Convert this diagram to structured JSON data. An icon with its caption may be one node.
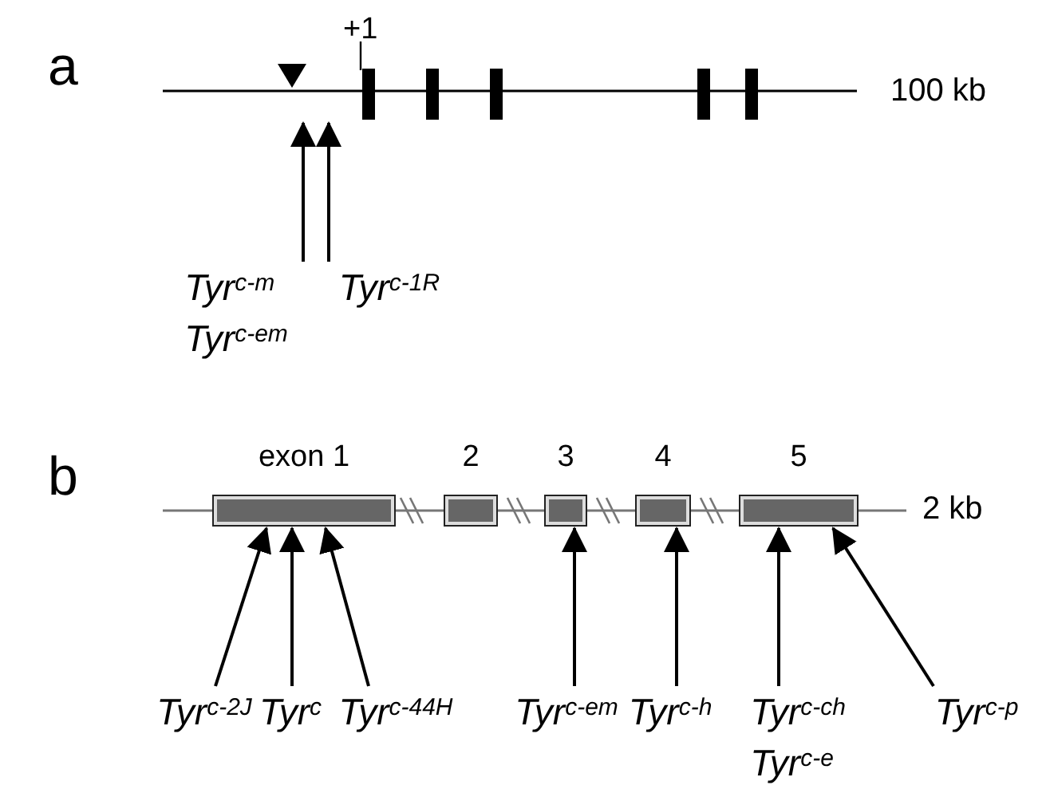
{
  "diagram": {
    "nodes": [
      {
        "text": [
          "Tyr$^{c-m}$",
          "Tyr$^{c-em}$"
        ]
      },
      {
        "text": [
          "Tyr$^{c-1R}$"
        ]
      },
      {
        "text": [
          "exon 1"
        ]
      },
      {
        "text": [
          "2"
        ]
      },
      {
        "text": [
          "3"
        ]
      },
      {
        "text": [
          "4"
        ]
      },
      {
        "text": [
          "5"
        ]
      },
      {
        "text": [
          "Tyr$^{c-2J}$"
        ]
      },
      {
        "text": [
          "Tyr$^{c}$"
        ]
      },
      {
        "text": [
          "Tyr$^{c-44H}$"
        ]
      },
      {
        "text": [
          "Tyr$^{c-em}$"
        ]
      },
      {
        "text": [
          "Tyr$^{c-h}$"
        ]
      },
      {
        "text": [
          "Tyr$^{c-ch}$",
          "Tyr$^{c-e}$"
        ]
      },
      {
        "text": [
          "Tyr$^{c-p}$"
        ]
      }
    ],
    "edges": [
      {
        "from": 0,
        "to": null,
        "arrow": "to"
      },
      {
        "from": 1,
        "to": null,
        "arrow": "to"
      },
      {
        "from": 7,
        "to": 2,
        "arrow": "to"
      },
      {
        "from": 8,
        "to": 2,
        "arrow": "to"
      },
      {
        "from": 9,
        "to": 2,
        "arrow": "to"
      },
      {
        "from": 10,
        "to": 4,
        "arrow": "to"
      },
      {
        "from": 11,
        "to": 5,
        "arrow": "to"
      },
      {
        "from": 12,
        "to": 6,
        "arrow": "to"
      },
      {
        "from": 13,
        "to": 6,
        "arrow": "to"
      }
    ],
    "labels": [
      "a",
      "+1",
      "100 kb",
      "b",
      "2 kb"
    ]
  }
}
